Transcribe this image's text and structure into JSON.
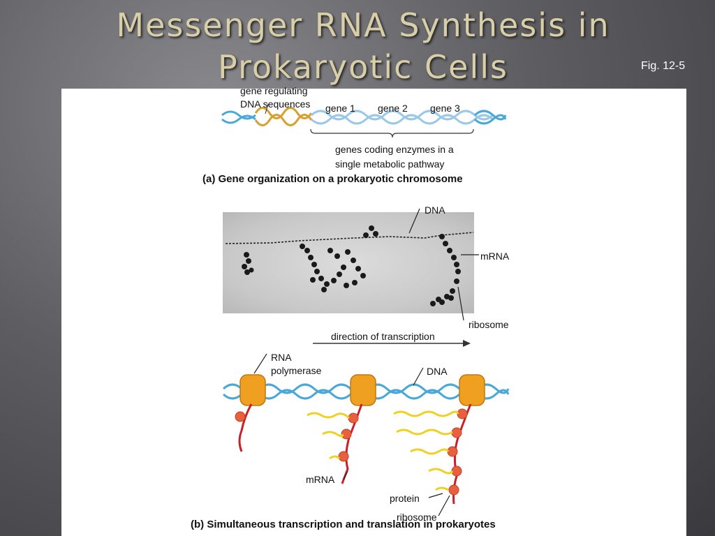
{
  "slide": {
    "title_line1": "Messenger RNA Synthesis in",
    "title_line2": "Prokaryotic Cells",
    "figure_ref": "Fig. 12-5"
  },
  "panel_a": {
    "regulating_label_1": "gene regulating",
    "regulating_label_2": "DNA sequences",
    "gene1": "gene 1",
    "gene2": "gene 2",
    "gene3": "gene 3",
    "coding_label_1": "genes coding enzymes in a",
    "coding_label_2": "single metabolic pathway",
    "caption": "(a) Gene organization on a prokaryotic chromosome"
  },
  "micrograph": {
    "dna_label": "DNA",
    "mrna_label": "mRNA",
    "ribosome_label": "ribosome"
  },
  "panel_b": {
    "direction_label": "direction of transcription",
    "rna_polymerase_1": "RNA",
    "rna_polymerase_2": "polymerase",
    "dna_label": "DNA",
    "mrna_label": "mRNA",
    "protein_label": "protein",
    "ribosome_label": "ribosome",
    "caption": "(b) Simultaneous transcription and translation in prokaryotes"
  },
  "colors": {
    "dna_blue": "#4aa8d8",
    "dna_gold": "#d8a030",
    "mrna_red": "#c8202a",
    "protein_yellow": "#f0d020",
    "polymerase_orange": "#f0a020",
    "title_color": "#d8cfa8"
  }
}
